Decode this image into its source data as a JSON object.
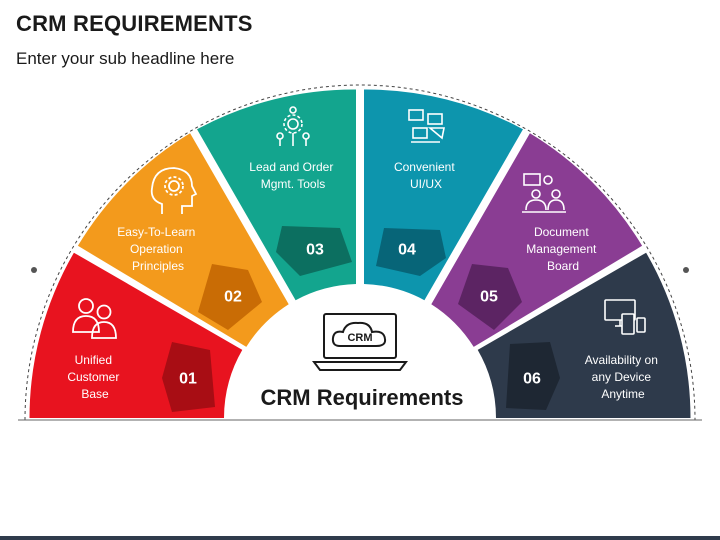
{
  "header": {
    "title": "CRM REQUIREMENTS",
    "subtitle": "Enter your sub headline here"
  },
  "center": {
    "badge": "CRM",
    "title": "CRM Requirements"
  },
  "segments": [
    {
      "number": "01",
      "lines": [
        "Unified",
        "Customer",
        "Base"
      ],
      "color": "#e8131f",
      "dark": "#a80d14",
      "icon": "users-icon"
    },
    {
      "number": "02",
      "lines": [
        "Easy-To-Learn",
        "Operation",
        "Principles"
      ],
      "color": "#f39a1c",
      "dark": "#c96c05",
      "icon": "head-gear-icon"
    },
    {
      "number": "03",
      "lines": [
        "Lead and Order",
        "Mgmt. Tools"
      ],
      "color": "#13a58e",
      "dark": "#0c6f60",
      "icon": "network-gear-icon"
    },
    {
      "number": "04",
      "lines": [
        "Convenient",
        "UI/UX"
      ],
      "color": "#0d95ad",
      "dark": "#076578",
      "icon": "ui-design-icon"
    },
    {
      "number": "05",
      "lines": [
        "Document",
        "Management",
        "Board"
      ],
      "color": "#8a3d93",
      "dark": "#5c2463",
      "icon": "meeting-board-icon"
    },
    {
      "number": "06",
      "lines": [
        "Availability on",
        "any Device",
        "Anytime"
      ],
      "color": "#2e3a4b",
      "dark": "#1e2733",
      "icon": "devices-icon"
    }
  ]
}
